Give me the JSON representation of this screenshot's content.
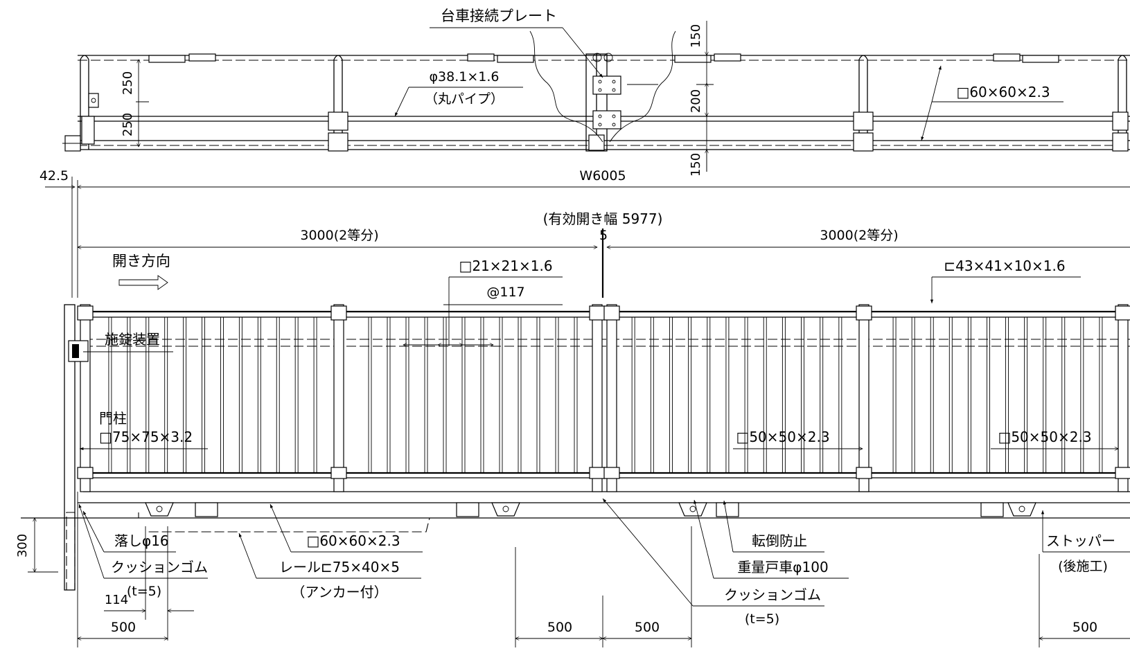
{
  "plan_view": {
    "carriage_plate_label": "台車接続プレート",
    "pipe_spec": "φ38.1×1.6",
    "pipe_name": "（丸パイプ）",
    "frame_spec": "□60×60×2.3",
    "dim_250_a": "250",
    "dim_250_b": "250",
    "dim_150_top": "150",
    "dim_200": "200",
    "dim_150_bottom": "150"
  },
  "elevation": {
    "offset_left": "42.5",
    "overall_width": "W6005",
    "effective_opening": "(有効開き幅 5977)",
    "half_left": "3000(2等分)",
    "gap": "5",
    "half_right": "3000(2等分)",
    "open_direction": "開き方向",
    "infill_spec": "□21×21×1.6",
    "infill_pitch": "@117",
    "top_rail_spec": "⊏43×41×10×1.6",
    "lock_device": "施錠装置",
    "gate_post": "門柱",
    "gate_post_spec": "□75×75×3.2",
    "post_spec_mid": "□50×50×2.3",
    "post_spec_right": "□50×50×2.3",
    "drop_rod": "落しφ16",
    "cushion_rubber_left": "クッションゴム",
    "cushion_thickness_left": "(t=5)",
    "bottom_frame_spec": "□60×60×2.3",
    "rail_spec": "レール⊏75×40×5",
    "rail_anchor": "（アンカー付）",
    "anti_topple": "転倒防止",
    "heavy_roller": "重量戸車φ100",
    "cushion_rubber_center": "クッションゴム",
    "cushion_thickness_center": "(t=5)",
    "stopper": "ストッパー",
    "stopper_note": "(後施工)",
    "dim_300": "300",
    "dim_114": "114",
    "dim_500_a": "500",
    "dim_500_b": "500",
    "dim_500_c": "500",
    "dim_500_d": "500"
  }
}
